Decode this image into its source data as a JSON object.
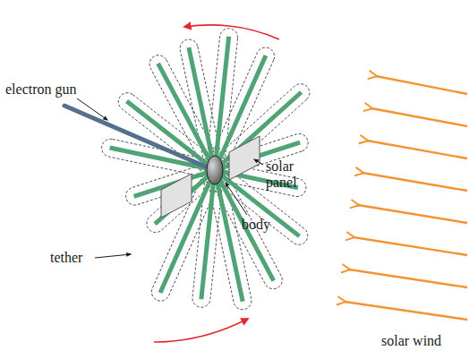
{
  "diagram": {
    "labels": [
      "electron gun",
      "solar panel",
      "body",
      "tether",
      "solar wind"
    ]
  }
}
